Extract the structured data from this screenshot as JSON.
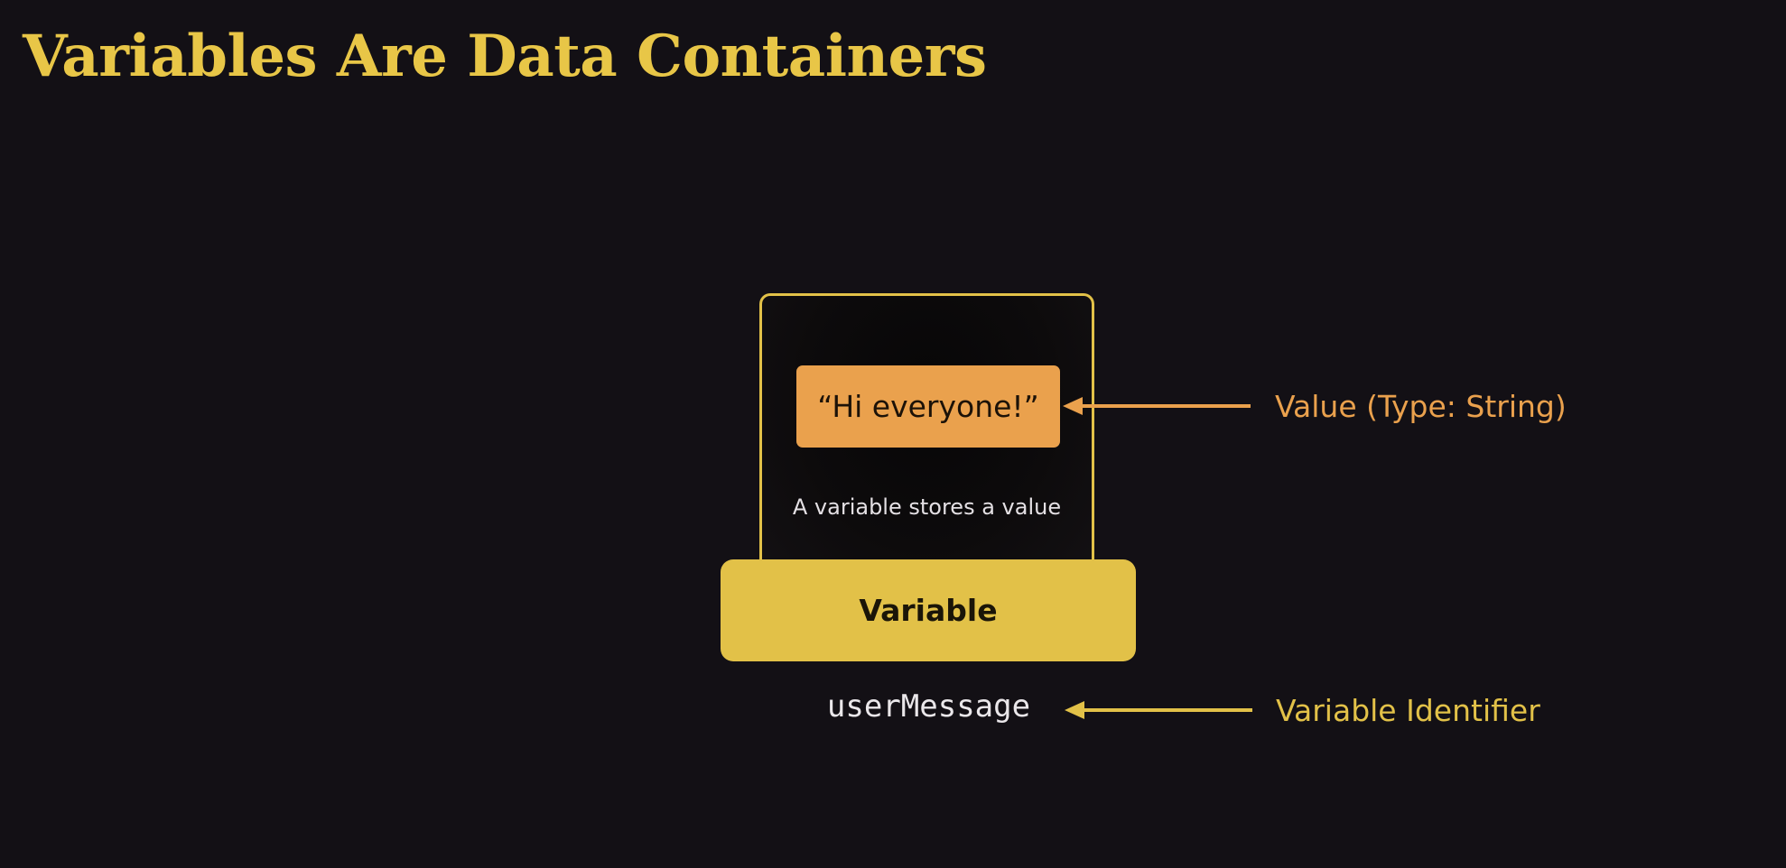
{
  "title": "Variables Are Data Containers",
  "colors": {
    "background": "#131015",
    "title": "#e8c647",
    "container_border": "#e2c148",
    "value_fill": "#eaa14d",
    "variable_fill": "#e2c148",
    "value_annotation": "#eaa14d",
    "identifier_annotation": "#e2c148"
  },
  "diagram": {
    "value": "“Hi everyone!”",
    "container_caption": "A variable stores a value",
    "variable_label": "Variable",
    "identifier": "userMessage",
    "value_annotation": "Value (Type: String)",
    "identifier_annotation": "Variable Identifier"
  }
}
